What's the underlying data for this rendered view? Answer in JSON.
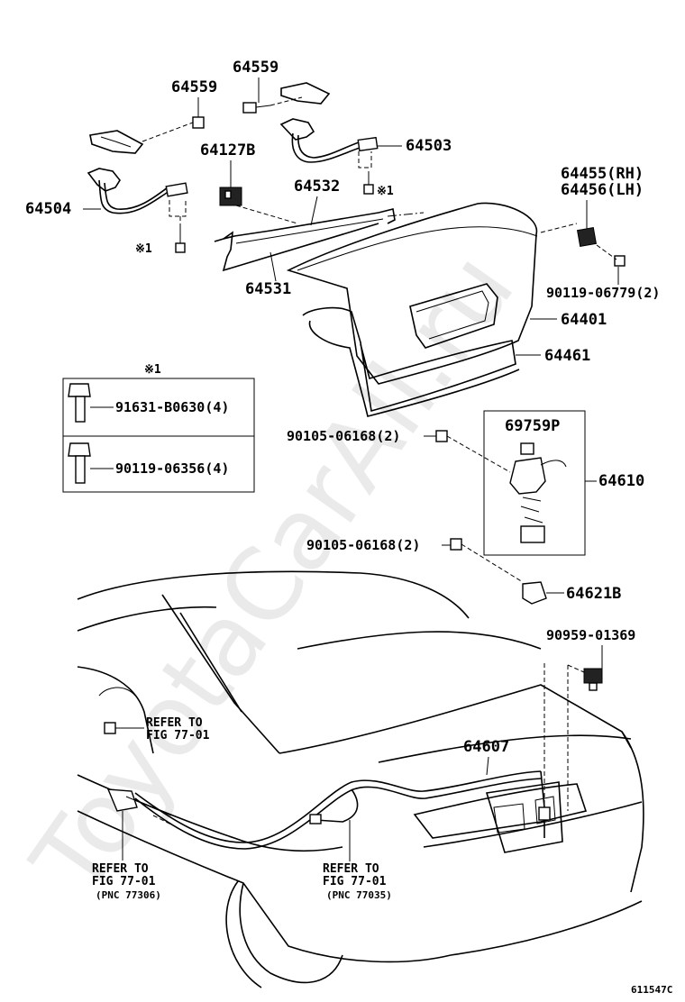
{
  "watermark": "ToyotaCarAll.ru",
  "figure_code": "611547C",
  "callouts": {
    "p64559_a": "64559",
    "p64559_b": "64559",
    "p64503": "64503",
    "p64127b": "64127B",
    "p64532": "64532",
    "p64504": "64504",
    "p64455": "64455(RH)",
    "p64456": "64456(LH)",
    "p64531": "64531",
    "p90119_06779": "90119-06779(2)",
    "p64401": "64401",
    "p64461": "64461",
    "p69759p": "69759P",
    "p90105_a": "90105-06168(2)",
    "p64610": "64610",
    "p90105_b": "90105-06168(2)",
    "p64621b": "64621B",
    "p90959": "90959-01369",
    "p64607": "64607"
  },
  "note_mark": "※1",
  "note_box": {
    "title": "※1",
    "rows": [
      "91631-B0630(4)",
      "90119-06356(4)"
    ]
  },
  "references": {
    "ref_a": [
      "REFER TO",
      "FIG 77-01"
    ],
    "ref_b": [
      "REFER TO",
      "FIG 77-01",
      "(PNC 77306)"
    ],
    "ref_c": [
      "REFER TO",
      "FIG 77-01",
      "(PNC 77035)"
    ]
  }
}
